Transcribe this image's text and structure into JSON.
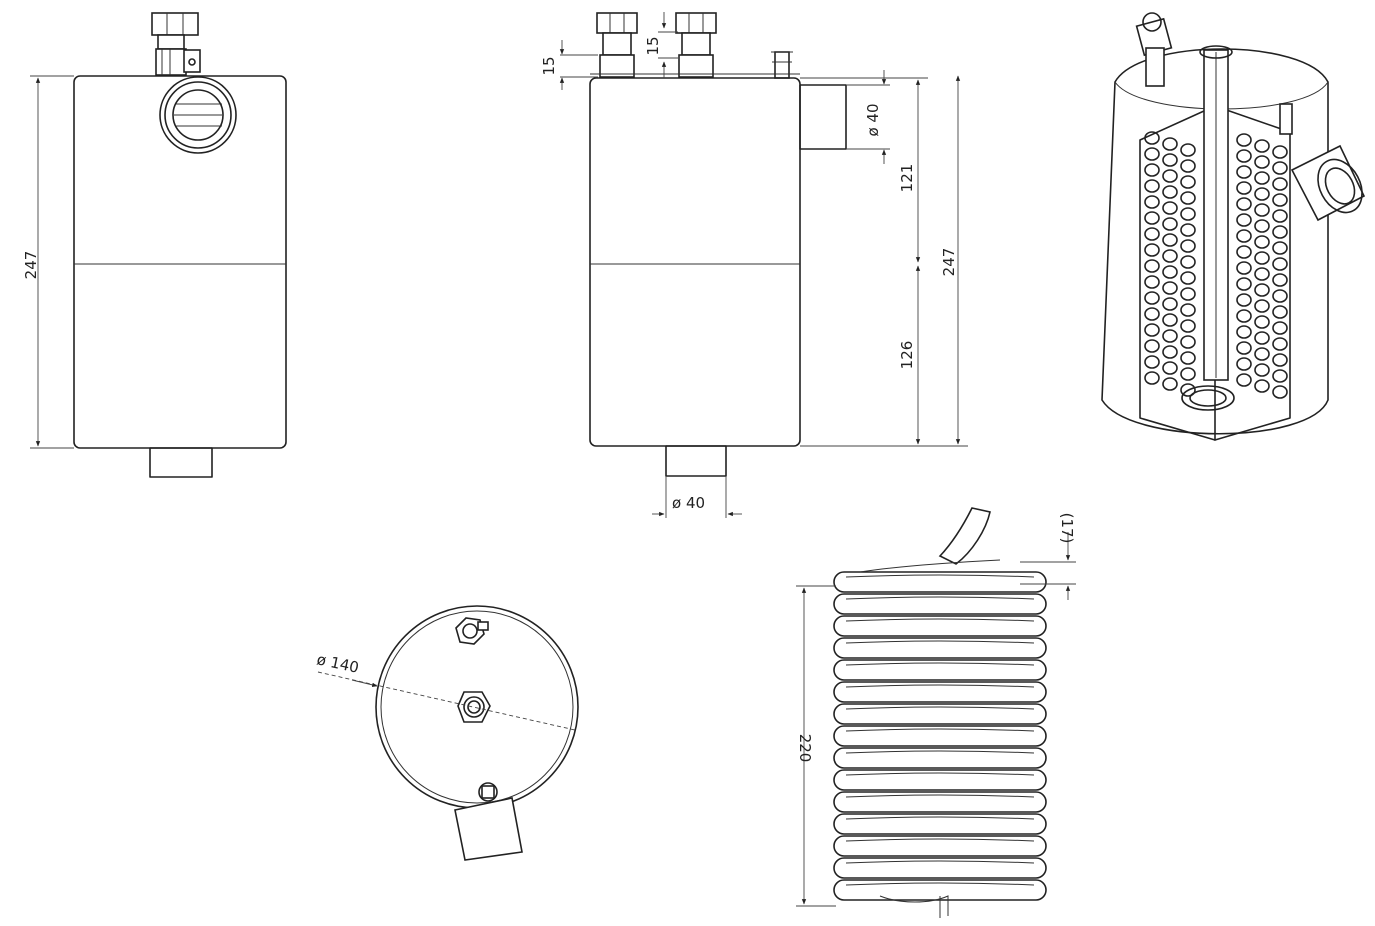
{
  "dimensions": {
    "front_height": "247",
    "side_top_fitting_a": "15",
    "side_top_fitting_b": "15",
    "side_outlet_diameter": "ø 40",
    "side_upper_section": "121",
    "side_lower_section": "126",
    "side_total_height": "247",
    "bottom_outlet_diameter": "ø 40",
    "top_view_diameter": "ø 140",
    "coil_pitch": "(17)",
    "coil_height": "220"
  },
  "colors": {
    "line": "#222222",
    "background": "#ffffff"
  }
}
